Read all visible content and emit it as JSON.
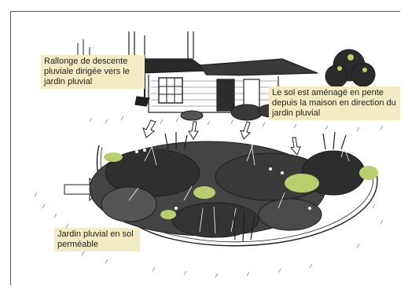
{
  "illustration": {
    "subject": "rain-garden-sketch",
    "colors": {
      "callout_bg": "#f3ebc3",
      "ink": "#1e1e1e",
      "foliage_accent": "#b9cf6e",
      "frame_border": "#5a5a5a"
    }
  },
  "callouts": {
    "downspout": "Rallonge de descente pluviale dirigée vers le jardin pluvial",
    "slope": "Le sol est aménagé en pente depuis la maison en direction du jardin pluvial",
    "soil": "Jardin pluvial en sol perméable"
  }
}
